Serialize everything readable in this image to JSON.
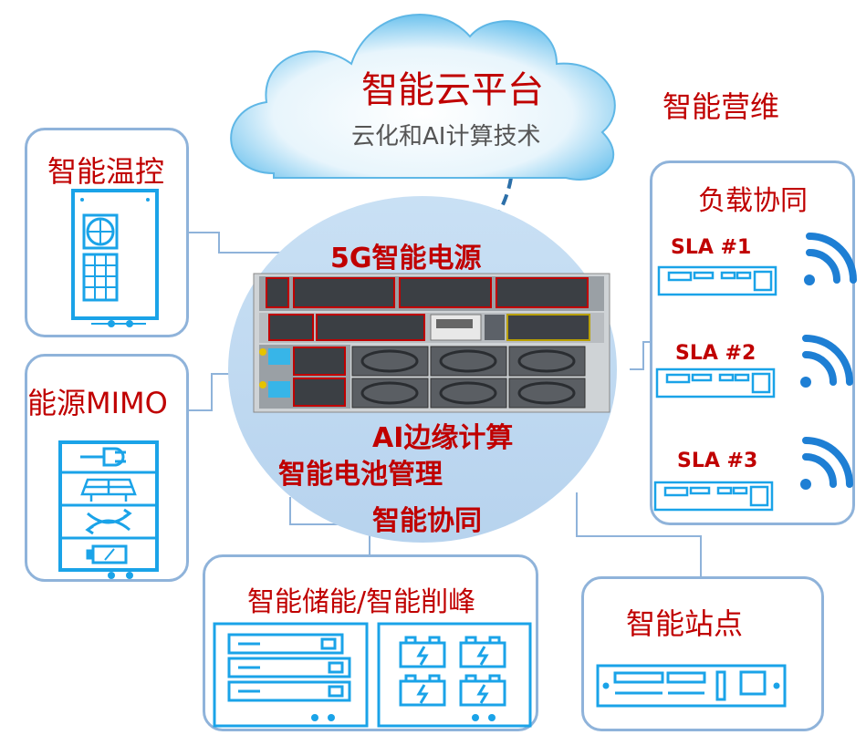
{
  "cloud": {
    "title": "智能云平台",
    "subtitle": "云化和AI计算技术"
  },
  "labels": {
    "ops": "智能营维",
    "power": "5G智能电源",
    "edge_ai": "AI边缘计算",
    "battery": "智能电池管理",
    "synergy": "智能协同"
  },
  "panels": {
    "temp": {
      "title": "智能温控"
    },
    "mimo": {
      "title": "能源MIMO"
    },
    "load": {
      "title": "负载协同",
      "items": [
        "SLA #1",
        "SLA #2",
        "SLA #3"
      ]
    },
    "storage": {
      "title": "智能储能/智能削峰"
    },
    "site": {
      "title": "智能站点"
    }
  },
  "colors": {
    "accent_red": "#c00000",
    "panel_border": "#8fb3da",
    "icon_blue": "#1aa3e8",
    "wifi_blue": "#1e7fd4",
    "ellipse": "#bed8f0"
  },
  "icons": [
    "cloud-icon",
    "plug-icon",
    "solar-panel-icon",
    "switch-arrows-icon",
    "battery-icon",
    "wifi-icon",
    "rack-server-icon",
    "battery-pack-icon"
  ]
}
